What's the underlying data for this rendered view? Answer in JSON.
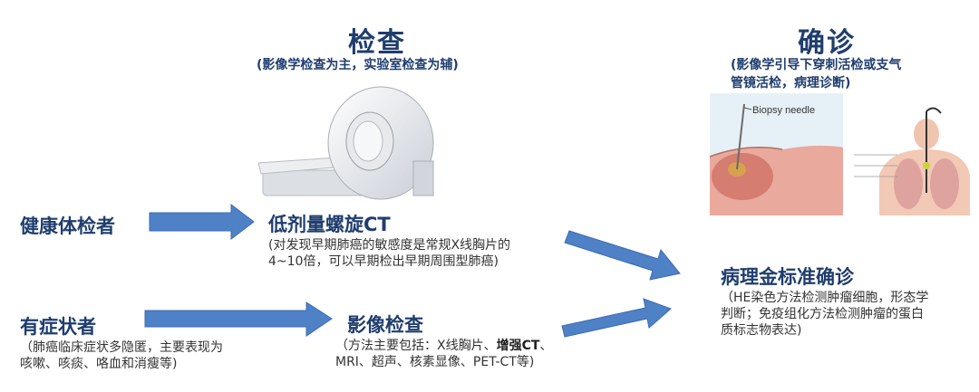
{
  "colors": {
    "title": "#1f3d6e",
    "arrow": "#4f81c7",
    "arrow_stroke": "#3b6bb0"
  },
  "sections": {
    "exam": {
      "title": "检查",
      "subtitle": "(影像学检查为主，实验室检查为辅)"
    },
    "diagnosis": {
      "title": "确诊",
      "subtitle_line1": "(影像学引导下穿刺活检或支气",
      "subtitle_line2": "管镜活检，病理诊断)"
    }
  },
  "nodes": {
    "health_check": {
      "title": "健康体检者"
    },
    "symptomatic": {
      "title": "有症状者",
      "desc_line1": "（肺癌临床症状多隐匿，主要表现为",
      "desc_line2": "咳嗽、咳痰、咯血和消瘦等)"
    },
    "ldct": {
      "title": "低剂量螺旋CT",
      "desc_line1": "(对发现早期肺癌的敏感度是常规X线胸片的",
      "desc_line2": "4~10倍，可以早期检出早期周围型肺癌)"
    },
    "imaging": {
      "title": "影像检查",
      "desc_line1_a": "（方法主要包括：X线胸片、",
      "desc_line1_b": "增强CT",
      "desc_line1_c": "、",
      "desc_line2": "MRI、超声、核素显像、PET-CT等)"
    },
    "pathology": {
      "title": "病理金标准确诊",
      "desc_line1": "（HE染色方法检测肿瘤细胞，形态学",
      "desc_line2": "判断；免疫组化方法检测肿瘤的蛋白",
      "desc_line3": "质标志物表达)"
    }
  },
  "illustration": {
    "biopsy_label": "Biopsy needle"
  }
}
